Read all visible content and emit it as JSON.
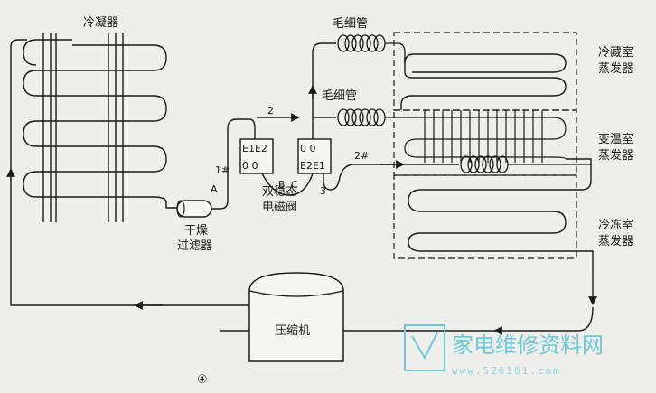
{
  "labels": {
    "condenser": "冷凝器",
    "cap_tube_top": "毛细管",
    "cap_tube_mid": "毛细管",
    "fridge_evap_1": "冷藏室",
    "fridge_evap_2": "蒸发器",
    "variable_evap_1": "变温室",
    "variable_evap_2": "蒸发器",
    "freezer_evap_1": "冷冻室",
    "freezer_evap_2": "蒸发器",
    "dryer_1": "干燥",
    "dryer_2": "过滤器",
    "valve_1": "双稳态",
    "valve_2": "电磁阀",
    "compressor": "压缩机",
    "port_1": "1#",
    "port_A": "A",
    "port_2": "2",
    "port_2hash": "2#",
    "port_3": "3",
    "valve_left_top": "E1E2",
    "valve_left_bottom": "0    0",
    "valve_right_top": "0    0",
    "valve_right_bottom": "E2E1",
    "port_B": "B",
    "port_C": "C",
    "figure_number": "④"
  },
  "watermark": {
    "title": "家电维修资料网",
    "url": "www.520101.com"
  },
  "colors": {
    "line": "#1a1a1a",
    "background": "#eeeeea",
    "watermark": "#6fc7d6"
  }
}
